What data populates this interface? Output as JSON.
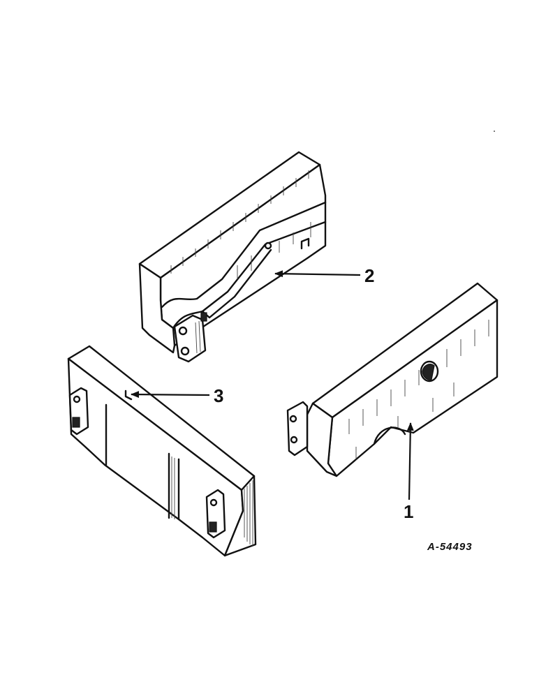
{
  "diagram": {
    "callouts": [
      {
        "id": "callout-1",
        "label": "1"
      },
      {
        "id": "callout-2",
        "label": "2"
      },
      {
        "id": "callout-3",
        "label": "3"
      }
    ],
    "drawing_number": "A-54493",
    "colors": {
      "ink": "#111111",
      "paper": "#ffffff"
    }
  }
}
